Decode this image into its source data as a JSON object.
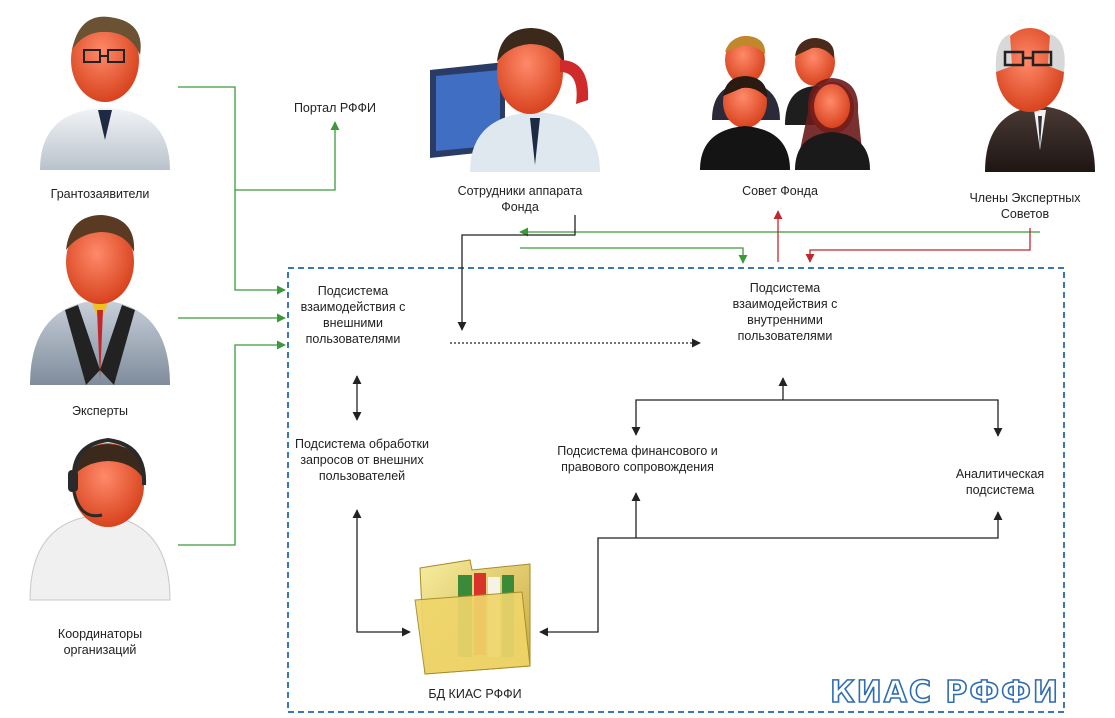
{
  "actors": {
    "applicants": "Грантозаявители",
    "experts": "Эксперты",
    "coordinators": "Координаторы\nорганизаций",
    "staff": "Сотрудники аппарата\nФонда",
    "council": "Совет Фонда",
    "expert_councils": "Члены Экспертных\nСоветов"
  },
  "portal": "Портал РФФИ",
  "subsystems": {
    "external": "Подсистема\nвзаимодействия с\nвнешними\nпользователями",
    "internal": "Подсистема\nвзаимодействия с\nвнутренними\nпользователями",
    "processing": "Подсистема обработки\nзапросов от внешних\nпользователей",
    "financial": "Подсистема финансового и\nправового сопровождения",
    "analytic": "Аналитическая\nподсистема"
  },
  "database": "БД КИАС РФФИ",
  "system_name": "КИАС РФФИ",
  "colors": {
    "green": "#3a9a3a",
    "red": "#c0282d",
    "black": "#222222",
    "frame": "#3a76b8"
  }
}
